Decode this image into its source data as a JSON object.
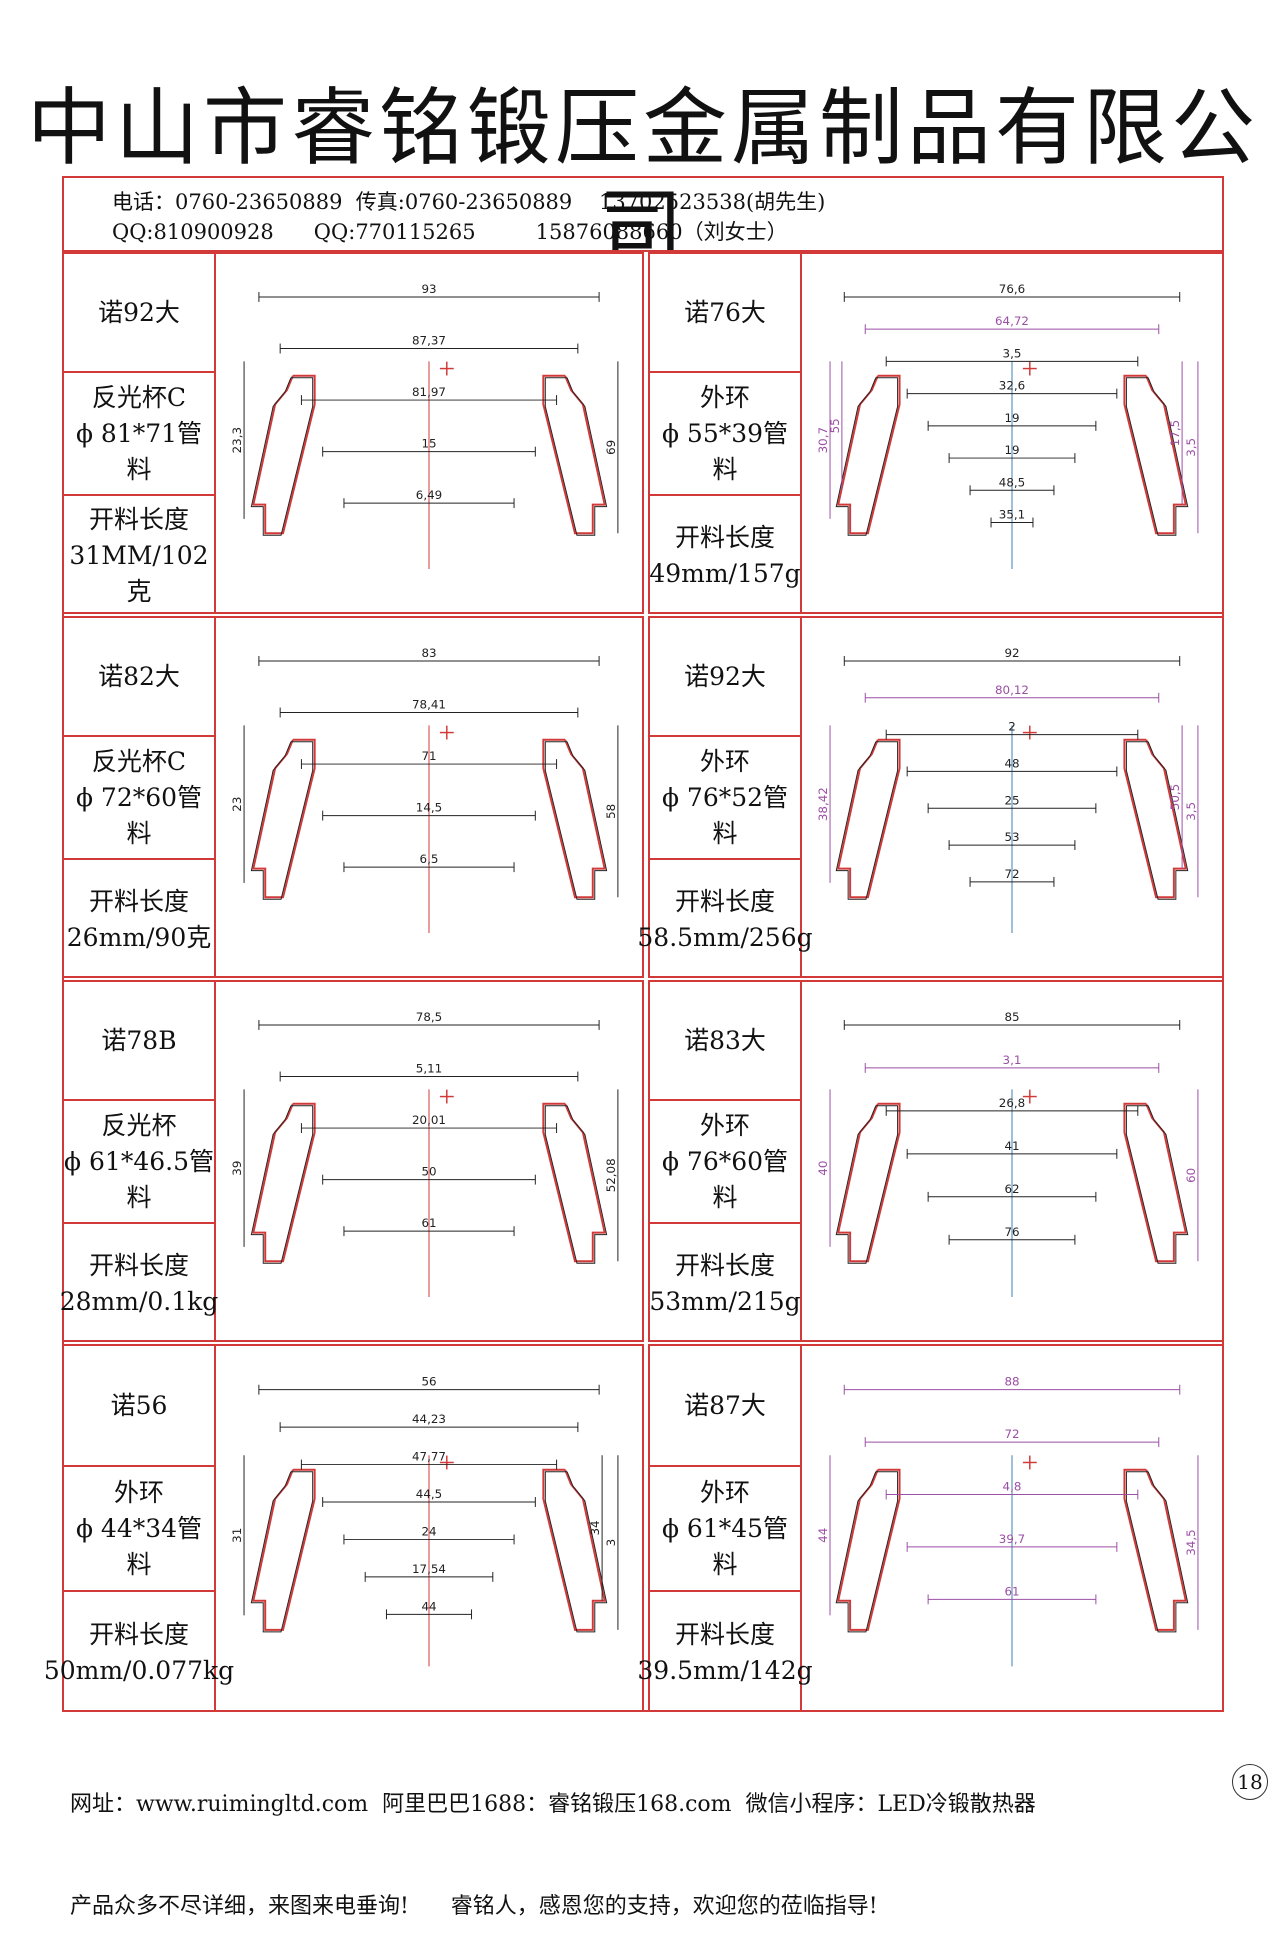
{
  "title": "中山市睿铭锻压金属制品有限公司",
  "contact": {
    "line1": "电话：0760-23650889  传真:0760-23650889    13702523538(胡先生)",
    "line2": "QQ:810900928      QQ:770115265         15876088660（刘女士）"
  },
  "products": [
    {
      "name": "诺92大",
      "type": "反光杯C",
      "tube": "ϕ 81*71管料",
      "len_label": "开料长度",
      "len": "31MM/102克",
      "dims": [
        "93",
        "87,37",
        "69",
        "81,97",
        "15",
        "23,3",
        "6,49"
      ]
    },
    {
      "name": "诺76大",
      "type": "外环",
      "tube": "ϕ 55*39管料",
      "len_label": "开料长度",
      "len": "49mm/157g",
      "dims": [
        "76,6",
        "64,72",
        "3,5",
        "3,5",
        "32,6",
        "30,7",
        "19",
        "19",
        "17,5",
        "48,5",
        "35,1",
        "55"
      ]
    },
    {
      "name": "诺82大",
      "type": "反光杯C",
      "tube": "ϕ 72*60管料",
      "len_label": "开料长度",
      "len": "26mm/90克",
      "dims": [
        "83",
        "78,41",
        "58",
        "71",
        "14,5",
        "23",
        "6,5"
      ]
    },
    {
      "name": "诺92大",
      "type": "外环",
      "tube": "ϕ 76*52管料",
      "len_label": "开料长度",
      "len": "58.5mm/256g",
      "dims": [
        "92",
        "80,12",
        "3,5",
        "2",
        "48",
        "38,42",
        "25",
        "53",
        "50,5",
        "72"
      ]
    },
    {
      "name": "诺78B",
      "type": "反光杯",
      "tube": "ϕ 61*46.5管料",
      "len_label": "开料长度",
      "len": "28mm/0.1kg",
      "dims": [
        "78,5",
        "5,11",
        "52,08",
        "20,01",
        "50",
        "39",
        "61"
      ]
    },
    {
      "name": "诺83大",
      "type": "外环",
      "tube": "ϕ 76*60管料",
      "len_label": "开料长度",
      "len": "53mm/215g",
      "dims": [
        "85",
        "3,1",
        "60",
        "26,8",
        "41",
        "40",
        "62",
        "76"
      ]
    },
    {
      "name": "诺56",
      "type": "外环",
      "tube": "ϕ 44*34管料",
      "len_label": "开料长度",
      "len": "50mm/0.077kg",
      "dims": [
        "56",
        "44,23",
        "3",
        "47,77",
        "44,5",
        "31",
        "24",
        "17,54",
        "34",
        "44"
      ]
    },
    {
      "name": "诺87大",
      "type": "外环",
      "tube": "ϕ 61*45管料",
      "len_label": "开料长度",
      "len": "39.5mm/142g",
      "dims": [
        "88",
        "72",
        "34,5",
        "4,8",
        "39,7",
        "44",
        "61"
      ]
    }
  ],
  "footer": {
    "line1": "网址：www.ruimingltd.com  阿里巴巴1688：睿铭锻压168.com  微信小程序：LED冷锻散热器",
    "line2": "产品众多不尽详细，来图来电垂询!      睿铭人，感恩您的支持，欢迎您的莅临指导!"
  },
  "page_number": "18",
  "colors": {
    "border": "#d23a3a",
    "drawing": "#222222",
    "dimension": "#9b4fa5"
  }
}
